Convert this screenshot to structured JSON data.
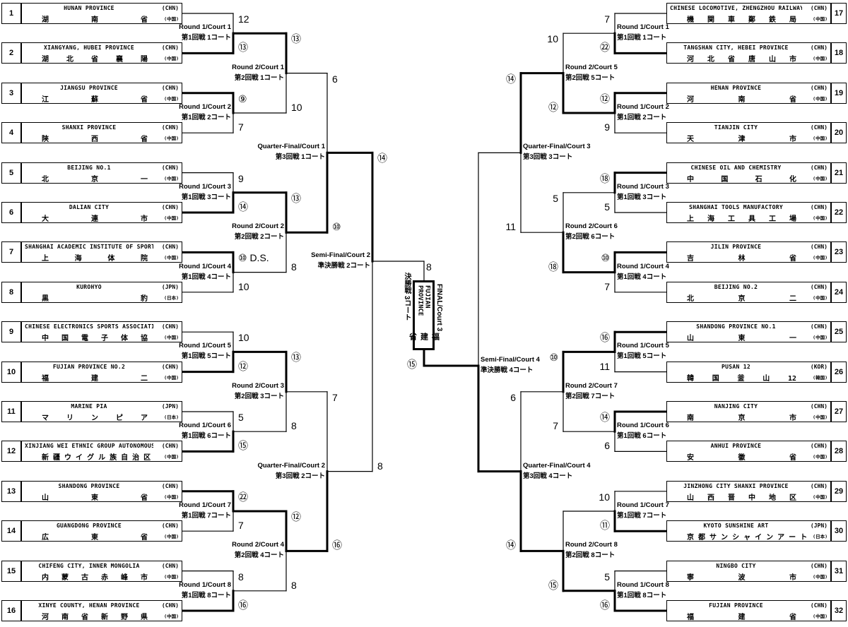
{
  "teams": [
    {
      "num": "1",
      "en": "HUNAN PROVINCE",
      "zh": "湖 南 省",
      "cc": "(CHN)",
      "cz": "(中国)"
    },
    {
      "num": "2",
      "en": "XIANGYANG, HUBEI PROVINCE",
      "zh": "湖 北 省 襄 陽",
      "cc": "(CHN)",
      "cz": "(中国)"
    },
    {
      "num": "3",
      "en": "JIANGSU PROVINCE",
      "zh": "江 蘇 省",
      "cc": "(CHN)",
      "cz": "(中国)"
    },
    {
      "num": "4",
      "en": "SHANXI PROVINCE",
      "zh": "陝 西 省",
      "cc": "(CHN)",
      "cz": "(中国)"
    },
    {
      "num": "5",
      "en": "BEIJING NO.1",
      "zh": "北 京 一",
      "cc": "(CHN)",
      "cz": "(中国)"
    },
    {
      "num": "6",
      "en": "DALIAN CITY",
      "zh": "大 連 市",
      "cc": "(CHN)",
      "cz": "(中国)"
    },
    {
      "num": "7",
      "en": "SHANGHAI ACADEMIC INSTITUTE OF SPORTS",
      "zh": "上 海 体 院",
      "cc": "(CHN)",
      "cz": "(中国)"
    },
    {
      "num": "8",
      "en": "KUROHYO",
      "zh": "黒 豹",
      "cc": "(JPN)",
      "cz": "(日本)"
    },
    {
      "num": "9",
      "en": "CHINESE ELECTRONICS SPORTS ASSOCIATION",
      "zh": "中 国 電 子 体 協",
      "cc": "(CHN)",
      "cz": "(中国)"
    },
    {
      "num": "10",
      "en": "FUJIAN PROVINCE NO.2",
      "zh": "福 建 二",
      "cc": "(CHN)",
      "cz": "(中国)"
    },
    {
      "num": "11",
      "en": "MARINE PIA",
      "zh": "マ リ ン ピ ア",
      "cc": "(JPN)",
      "cz": "(日本)"
    },
    {
      "num": "12",
      "en": "XINJIANG WEI ETHNIC GROUP AUTONOMOUS REGION",
      "zh": "新 疆 ウ イ グ ル 族 自 治 区",
      "cc": "(CHN)",
      "cz": "(中国)"
    },
    {
      "num": "13",
      "en": "SHANDONG PROVINCE",
      "zh": "山 東 省",
      "cc": "(CHN)",
      "cz": "(中国)"
    },
    {
      "num": "14",
      "en": "GUANGDONG PROVINCE",
      "zh": "広 東 省",
      "cc": "(CHN)",
      "cz": "(中国)"
    },
    {
      "num": "15",
      "en": "CHIFENG CITY, INNER MONGOLIA",
      "zh": "内 蒙 古 赤 峰 市",
      "cc": "(CHN)",
      "cz": "(中国)"
    },
    {
      "num": "16",
      "en": "XINYE COUNTY, HENAN PROVINCE",
      "zh": "河 南 省 新 野 県",
      "cc": "(CHN)",
      "cz": "(中国)"
    },
    {
      "num": "17",
      "en": "CHINESE LOCOMOTIVE, ZHENGZHOU RAILWAY BUREAU",
      "zh": "機 関 車 鄭 鉄 局",
      "cc": "(CHN)",
      "cz": "(中国)"
    },
    {
      "num": "18",
      "en": "TANGSHAN CITY, HEBEI PROVINCE",
      "zh": "河 北 省 唐 山 市",
      "cc": "(CHN)",
      "cz": "(中国)"
    },
    {
      "num": "19",
      "en": "HENAN PROVINCE",
      "zh": "河 南 省",
      "cc": "(CHN)",
      "cz": "(中国)"
    },
    {
      "num": "20",
      "en": "TIANJIN CITY",
      "zh": "天 津 市",
      "cc": "(CHN)",
      "cz": "(中国)"
    },
    {
      "num": "21",
      "en": "CHINESE OIL AND CHEMISTRY",
      "zh": "中 国 石 化",
      "cc": "(CHN)",
      "cz": "(中国)"
    },
    {
      "num": "22",
      "en": "SHANGHAI TOOLS MANUFACTORY",
      "zh": "上 海 工 具 工 場",
      "cc": "(CHN)",
      "cz": "(中国)"
    },
    {
      "num": "23",
      "en": "JILIN PROVINCE",
      "zh": "吉 林 省",
      "cc": "(CHN)",
      "cz": "(中国)"
    },
    {
      "num": "24",
      "en": "BEIJING NO.2",
      "zh": "北 京 二",
      "cc": "(CHN)",
      "cz": "(中国)"
    },
    {
      "num": "25",
      "en": "SHANDONG PROVINCE NO.1",
      "zh": "山 東 一",
      "cc": "(CHN)",
      "cz": "(中国)"
    },
    {
      "num": "26",
      "en": "PUSAN 12",
      "zh": "韓 国 釜 山 12",
      "cc": "(KOR)",
      "cz": "(韓国)"
    },
    {
      "num": "27",
      "en": "NANJING CITY",
      "zh": "南 京 市",
      "cc": "(CHN)",
      "cz": "(中国)"
    },
    {
      "num": "28",
      "en": "ANHUI PROVINCE",
      "zh": "安 徽 省",
      "cc": "(CHN)",
      "cz": "(中国)"
    },
    {
      "num": "29",
      "en": "JINZHONG CITY SHANXI PROVINCE",
      "zh": "山 西 晋 中 地 区",
      "cc": "(CHN)",
      "cz": "(中国)"
    },
    {
      "num": "30",
      "en": "KYOTO SUNSHINE ART",
      "zh": "京 都 サ ン シ ャ イ ン ア ー ト",
      "cc": "(JPN)",
      "cz": "(日本)"
    },
    {
      "num": "31",
      "en": "NINGBO CITY",
      "zh": "寧 波 市",
      "cc": "(CHN)",
      "cz": "(中国)"
    },
    {
      "num": "32",
      "en": "FUJIAN PROVINCE",
      "zh": "福 建 省",
      "cc": "(CHN)",
      "cz": "(中国)"
    }
  ],
  "bracket": {
    "left": {
      "rounds": [
        [
          {
            "en": "Round 1/Court 1",
            "ja": "第1回戦 1コート",
            "top": "12",
            "bottom": "⑬",
            "winner": "bottom"
          },
          {
            "en": "Round 1/Court 2",
            "ja": "第1回戦 2コート",
            "top": "⑨",
            "bottom": "7",
            "winner": "top"
          },
          {
            "en": "Round 1/Court 3",
            "ja": "第1回戦 3コート",
            "top": "9",
            "bottom": "⑭",
            "winner": "bottom"
          },
          {
            "en": "Round 1/Court 4",
            "ja": "第1回戦 4コート",
            "top": "⑩ D.S.",
            "bottom": "10",
            "winner": "top"
          },
          {
            "en": "Round 1/Court 5",
            "ja": "第1回戦 5コート",
            "top": "10",
            "bottom": "⑫",
            "winner": "bottom"
          },
          {
            "en": "Round 1/Court 6",
            "ja": "第1回戦 6コート",
            "top": "5",
            "bottom": "⑮",
            "winner": "bottom"
          },
          {
            "en": "Round 1/Court 7",
            "ja": "第1回戦 7コート",
            "top": "㉒",
            "bottom": "7",
            "winner": "top"
          },
          {
            "en": "Round 1/Court 8",
            "ja": "第1回戦 8コート",
            "top": "8",
            "bottom": "⑯",
            "winner": "bottom"
          }
        ],
        [
          {
            "en": "Round 2/Court 1",
            "ja": "第2回戦 1コート",
            "top": "⑬",
            "bottom": "10",
            "winner": "top"
          },
          {
            "en": "Round 2/Court 2",
            "ja": "第2回戦 2コート",
            "top": "⑬",
            "bottom": "8",
            "winner": "top"
          },
          {
            "en": "Round 2/Court 3",
            "ja": "第2回戦 3コート",
            "top": "⑬",
            "bottom": "8",
            "winner": "top"
          },
          {
            "en": "Round 2/Court 4",
            "ja": "第2回戦 4コート",
            "top": "⑫",
            "bottom": "8",
            "winner": "top"
          }
        ],
        [
          {
            "en": "Quarter-Final/Court 1",
            "ja": "第3回戦 1コート",
            "top": "6",
            "bottom": "⑩",
            "winner": "bottom"
          },
          {
            "en": "Quarter-Final/Court 2",
            "ja": "第3回戦 2コート",
            "top": "7",
            "bottom": "⑯",
            "winner": "bottom"
          }
        ],
        [
          {
            "en": "Semi-Final/Court 2",
            "ja": "準決勝戦 2コート",
            "top": "⑭",
            "bottom": "8",
            "winner": "top"
          }
        ]
      ]
    },
    "right": {
      "rounds": [
        [
          {
            "en": "Round 1/Court 1",
            "ja": "第1回戦 1コート",
            "top": "7",
            "bottom": "㉒",
            "winner": "bottom"
          },
          {
            "en": "Round 1/Court 2",
            "ja": "第1回戦 2コート",
            "top": "⑫",
            "bottom": "9",
            "winner": "top"
          },
          {
            "en": "Round 1/Court 3",
            "ja": "第1回戦 3コート",
            "top": "⑱",
            "bottom": "5",
            "winner": "top"
          },
          {
            "en": "Round 1/Court 4",
            "ja": "第1回戦 4コート",
            "top": "⑩",
            "bottom": "7",
            "winner": "top"
          },
          {
            "en": "Round 1/Court 5",
            "ja": "第1回戦 5コート",
            "top": "⑯",
            "bottom": "11",
            "winner": "top"
          },
          {
            "en": "Round 1/Court 6",
            "ja": "第1回戦 6コート",
            "top": "⑭",
            "bottom": "6",
            "winner": "top"
          },
          {
            "en": "Round 1/Court 7",
            "ja": "第1回戦 7コート",
            "top": "10",
            "bottom": "⑪",
            "winner": "bottom"
          },
          {
            "en": "Round 1/Court 8",
            "ja": "第1回戦 8コート",
            "top": "5",
            "bottom": "⑯",
            "winner": "bottom"
          }
        ],
        [
          {
            "en": "Round 2/Court 5",
            "ja": "第2回戦 5コート",
            "top": "10",
            "bottom": "⑫",
            "winner": "bottom"
          },
          {
            "en": "Round 2/Court 6",
            "ja": "第2回戦 6コート",
            "top": "5",
            "bottom": "⑱",
            "winner": "bottom"
          },
          {
            "en": "Round 2/Court 7",
            "ja": "第2回戦 7コート",
            "top": "⑩",
            "bottom": "7",
            "winner": "top"
          },
          {
            "en": "Round 2/Court 8",
            "ja": "第2回戦 8コート",
            "top": "",
            "bottom": "⑮",
            "winner": "bottom"
          }
        ],
        [
          {
            "en": "Quarter-Final/Court 3",
            "ja": "第3回戦 3コート",
            "top": "⑭",
            "bottom": "11",
            "winner": "top"
          },
          {
            "en": "Quarter-Final/Court 4",
            "ja": "第3回戦 4コート",
            "top": "6",
            "bottom": "⑭",
            "winner": "bottom"
          }
        ],
        [
          {
            "en": "Semi-Final/Court 4",
            "ja": "準決勝戦 4コート",
            "top": "",
            "bottom": "",
            "winner": "bottom"
          }
        ]
      ]
    },
    "final": {
      "label_en": "FINAL/Court 3",
      "label_ja": "決勝戦 3コート",
      "winner_en": "FUJIAN PROVINCE",
      "winner_zh": "福建省",
      "left_score": "8",
      "right_score": "⑮"
    }
  }
}
